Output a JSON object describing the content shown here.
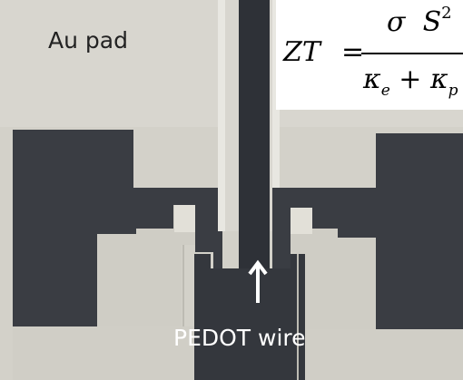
{
  "labels": {
    "pad": "Au pad",
    "wire": "PEDOT wire"
  },
  "equation": {
    "lhs": "ZT",
    "equals": "=",
    "numerator_sigma": "σ",
    "numerator_s": "S",
    "numerator_exp": "2",
    "den_kappa1": "κ",
    "den_sub1": "e",
    "den_plus": "+",
    "den_kappa2": "κ",
    "den_sub2": "p"
  },
  "colors": {
    "substrate": "#d6d4cc",
    "gold_pad": "#3a3d43",
    "pad_edge": "#f0efea",
    "wire": "#2e3137"
  }
}
